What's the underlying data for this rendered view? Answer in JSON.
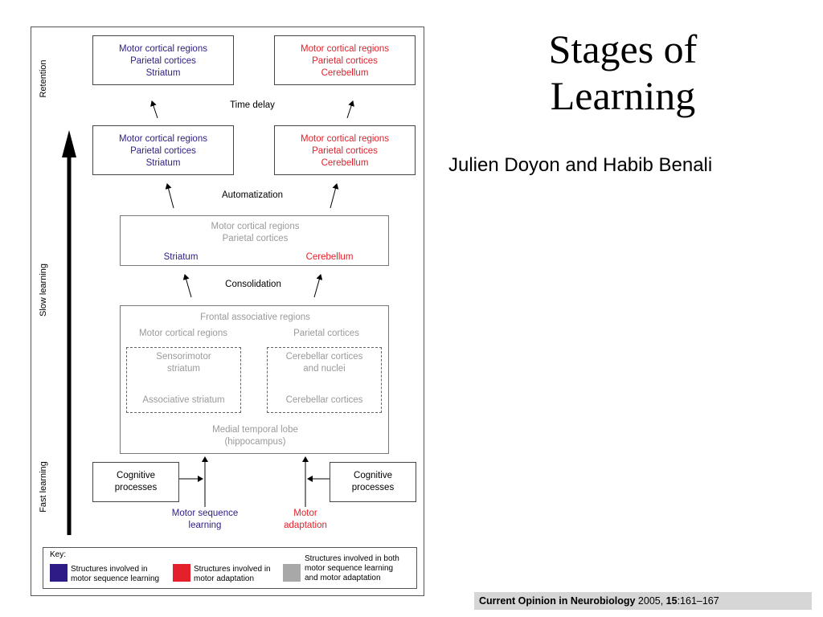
{
  "slide": {
    "title_lines": [
      "Stages of",
      "Learning"
    ],
    "authors": "Julien Doyon and Habib Benali",
    "citation": {
      "journal": "Current Opinion in Neurobiology",
      "year": " 2005, ",
      "volume": "15",
      "pages": ":161–167"
    }
  },
  "diagram": {
    "axis_labels": {
      "retention": "Retention",
      "slow": "Slow learning",
      "fast": "Fast learning"
    },
    "stages": {
      "time_delay": "Time delay",
      "automatization": "Automatization",
      "consolidation": "Consolidation"
    },
    "retention_left": [
      "Motor cortical regions",
      "Parietal cortices",
      "Striatum"
    ],
    "retention_right": [
      "Motor cortical regions",
      "Parietal cortices",
      "Cerebellum"
    ],
    "auto_left": [
      "Motor cortical regions",
      "Parietal cortices",
      "Striatum"
    ],
    "auto_right": [
      "Motor cortical regions",
      "Parietal cortices",
      "Cerebellum"
    ],
    "consolidation_box": {
      "shared": [
        "Motor cortical regions",
        "Parietal cortices"
      ],
      "left": "Striatum",
      "right": "Cerebellum"
    },
    "fast_box": {
      "top": "Frontal associative regions",
      "motor": "Motor cortical regions",
      "parietal": "Parietal cortices",
      "left_top": [
        "Sensorimotor",
        "striatum"
      ],
      "left_bottom": "Associative striatum",
      "right_top": [
        "Cerebellar cortices",
        "and nuclei"
      ],
      "right_bottom": "Cerebellar cortices",
      "bottom": [
        "Medial temporal lobe",
        "(hippocampus)"
      ]
    },
    "cognitive_left": [
      "Cognitive",
      "processes"
    ],
    "cognitive_right": [
      "Cognitive",
      "processes"
    ],
    "motor_sequence": [
      "Motor sequence",
      "learning"
    ],
    "motor_adaptation": [
      "Motor",
      "adaptation"
    ],
    "key": {
      "title": "Key:",
      "items": [
        {
          "label": [
            "Structures involved in",
            "motor sequence learning"
          ],
          "color": "#2f1b86"
        },
        {
          "label": [
            "Structures involved in",
            "motor adaptation"
          ],
          "color": "#e4202a"
        },
        {
          "label": [
            "Structures involved in both",
            "motor sequence learning",
            "and motor adaptation"
          ],
          "color": "#a8a8a8"
        }
      ]
    }
  }
}
